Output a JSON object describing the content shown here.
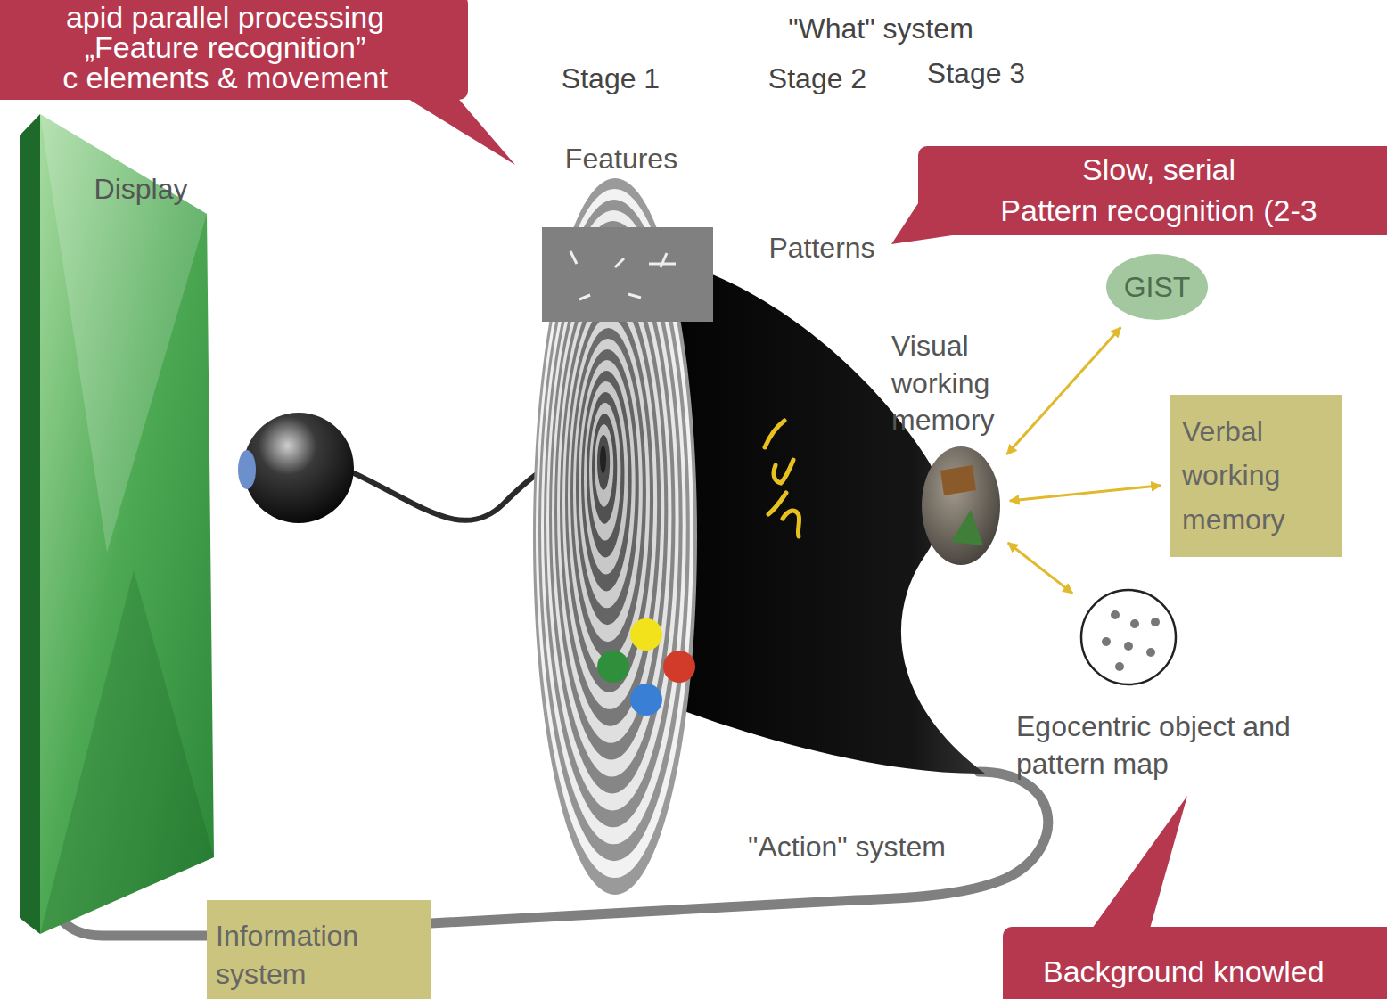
{
  "diagram": {
    "nodes": [
      {
        "text": [
          "apid parallel processing",
          "„Feature recognition”",
          "c elements & movement"
        ]
      },
      {
        "text": [
          "Slow, serial",
          "Pattern recognition (2-3"
        ]
      },
      {
        "text": [
          "GIST"
        ]
      },
      {
        "text": [
          "Visual working memory"
        ]
      },
      {
        "text": [
          "Verbal working memory"
        ]
      },
      {
        "text": [
          "Egocentric object and pattern map"
        ]
      },
      {
        "text": [
          "Information system"
        ]
      },
      {
        "text": [
          "Background knowled"
        ]
      }
    ],
    "edges": [
      {
        "from": 3,
        "to": 2,
        "arrow": "both"
      },
      {
        "from": 3,
        "to": 4,
        "arrow": "both"
      },
      {
        "from": 3,
        "to": 5,
        "arrow": "both"
      }
    ],
    "labels": [
      "\"What\" system",
      "Stage 1",
      "Stage 2",
      "Stage 3",
      "Features",
      "Display",
      "Patterns",
      "\"Action\" system"
    ]
  }
}
